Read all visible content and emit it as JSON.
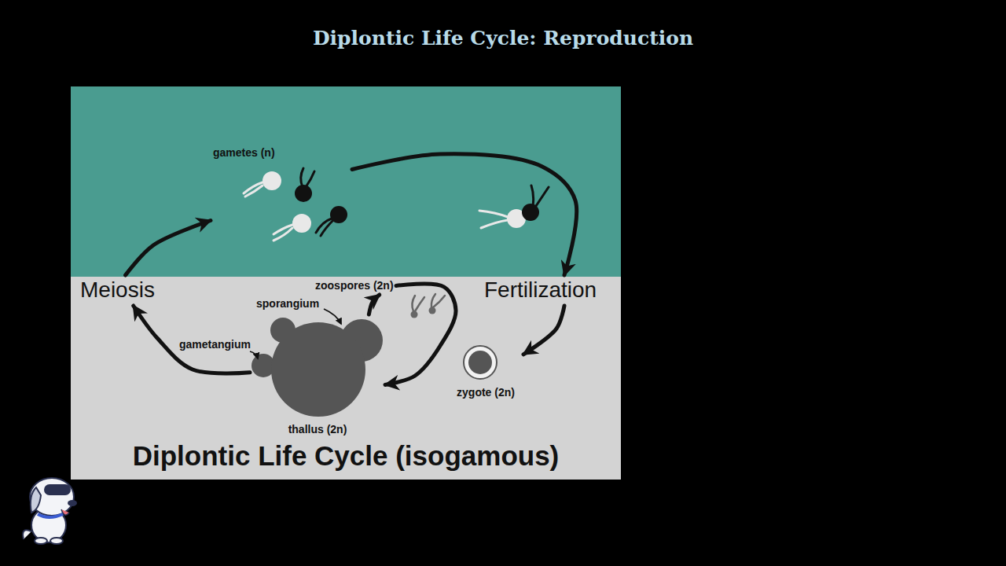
{
  "diagram": {
    "title": "Diplontic Life Cycle: Reproduction",
    "caption": "Diplontic Life Cycle (isogamous)",
    "nodes": [
      {
        "text": [
          "gametes (n)"
        ]
      },
      {
        "text": [
          "Meiosis"
        ]
      },
      {
        "text": [
          "zoospores (2n)"
        ]
      },
      {
        "text": [
          "Fertilization"
        ]
      },
      {
        "text": [
          "zygote (2n)"
        ]
      },
      {
        "text": [
          "thallus (2n)"
        ]
      }
    ],
    "edges": [
      {
        "from": 1,
        "to": 0,
        "arrow": "to"
      },
      {
        "from": 0,
        "to": 3,
        "arrow": "to"
      },
      {
        "from": 3,
        "to": 4,
        "arrow": "to"
      },
      {
        "from": 5,
        "to": 2,
        "arrow": "to"
      },
      {
        "from": 2,
        "to": 5,
        "arrow": "to"
      },
      {
        "from": 5,
        "to": 1,
        "arrow": "to"
      }
    ],
    "labels": [
      "sporangium",
      "gametangium"
    ]
  }
}
